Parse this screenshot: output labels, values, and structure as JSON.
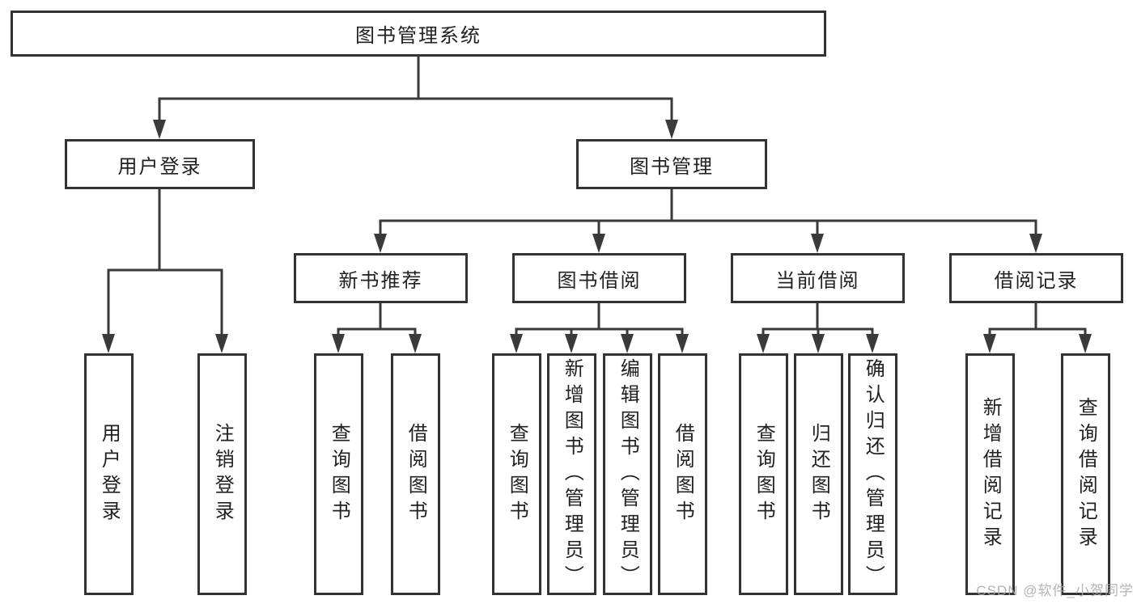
{
  "diagram": {
    "root": {
      "label": "图书管理系统",
      "children": [
        {
          "label": "用户登录",
          "children": [
            {
              "label": "用户登录"
            },
            {
              "label": "注销登录"
            }
          ]
        },
        {
          "label": "图书管理",
          "children": [
            {
              "label": "新书推荐",
              "children": [
                {
                  "label": "查询图书"
                },
                {
                  "label": "借阅图书"
                }
              ]
            },
            {
              "label": "图书借阅",
              "children": [
                {
                  "label": "查询图书"
                },
                {
                  "label": "新增图书（管理员）"
                },
                {
                  "label": "编辑图书（管理员）"
                },
                {
                  "label": "借阅图书"
                }
              ]
            },
            {
              "label": "当前借阅",
              "children": [
                {
                  "label": "查询图书"
                },
                {
                  "label": "归还图书"
                },
                {
                  "label": "确认归还（管理员）"
                }
              ]
            },
            {
              "label": "借阅记录",
              "children": [
                {
                  "label": "新增借阅记录"
                },
                {
                  "label": "查询借阅记录"
                }
              ]
            }
          ]
        }
      ]
    },
    "colors": {
      "line": "#3a3a3a",
      "box_border": "#333333",
      "text": "#212121",
      "watermark": "#a8a8a8",
      "background": "#ffffff"
    }
  },
  "watermark": {
    "text": "CSDN @软件_小贺同学"
  }
}
